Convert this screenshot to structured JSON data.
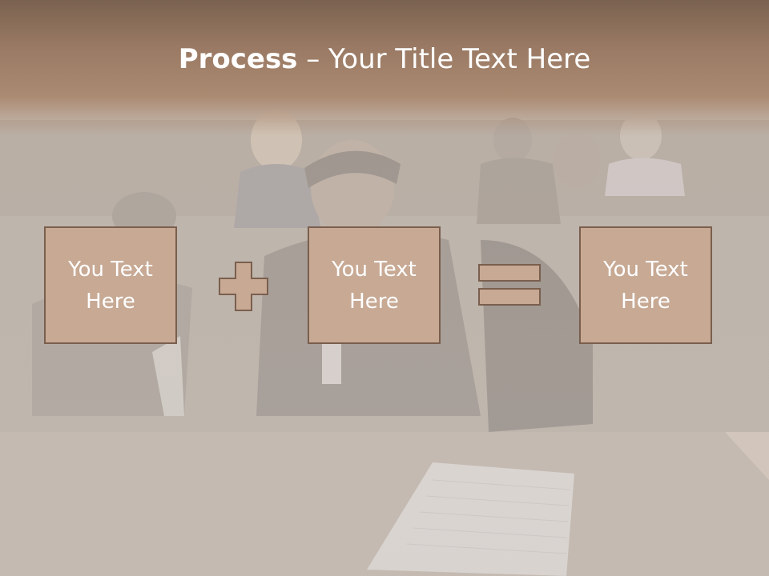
{
  "slide": {
    "title_bold": "Process",
    "title_rest": " – Your Title Text Here",
    "boxes": [
      {
        "text": "You Text Here"
      },
      {
        "text": "You Text Here"
      },
      {
        "text": "You Text Here"
      }
    ],
    "operators": [
      "plus-icon",
      "equals-icon"
    ],
    "colors": {
      "box_fill": "#c7a994",
      "box_border": "#7a5f4e",
      "title_band": "#9a7a64",
      "text": "#ffffff"
    }
  }
}
